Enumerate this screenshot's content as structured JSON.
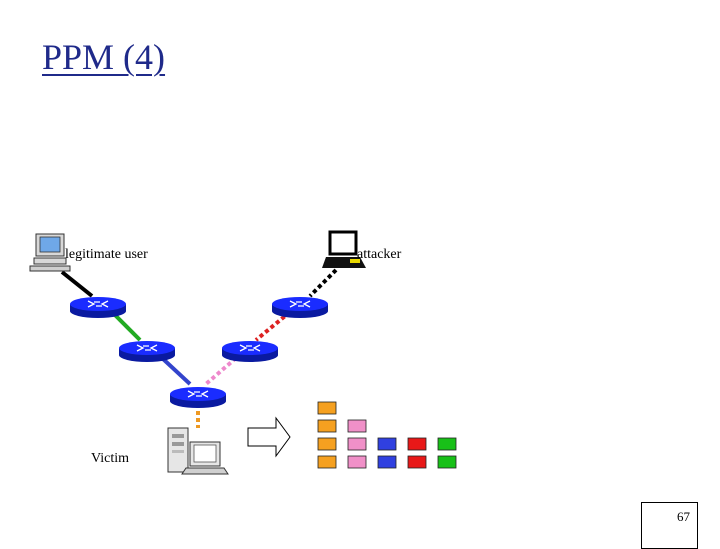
{
  "slide": {
    "title": "PPM (4)",
    "page_number": "67"
  },
  "nodes": {
    "legit_label": "legitimate user",
    "attacker_label": "attacker",
    "victim_label": "Victim"
  },
  "colors": {
    "title": "#1f2a8a",
    "router": "#1a2cff",
    "link_legit_top": "#000000",
    "link_legit_mid": "#22aa22",
    "link_legit_bottom": "#3344cc",
    "link_attack_top": "#000000",
    "link_attack_mid": "#dd2222",
    "link_attack_bottom": "#ee88cc",
    "link_victim": "#ee9922"
  },
  "marking_table": {
    "columns": [
      {
        "color": "#f5a020"
      },
      {
        "color": "#f090c8"
      },
      {
        "color": "#3040e0"
      },
      {
        "color": "#e81818"
      },
      {
        "color": "#18c018"
      }
    ]
  }
}
